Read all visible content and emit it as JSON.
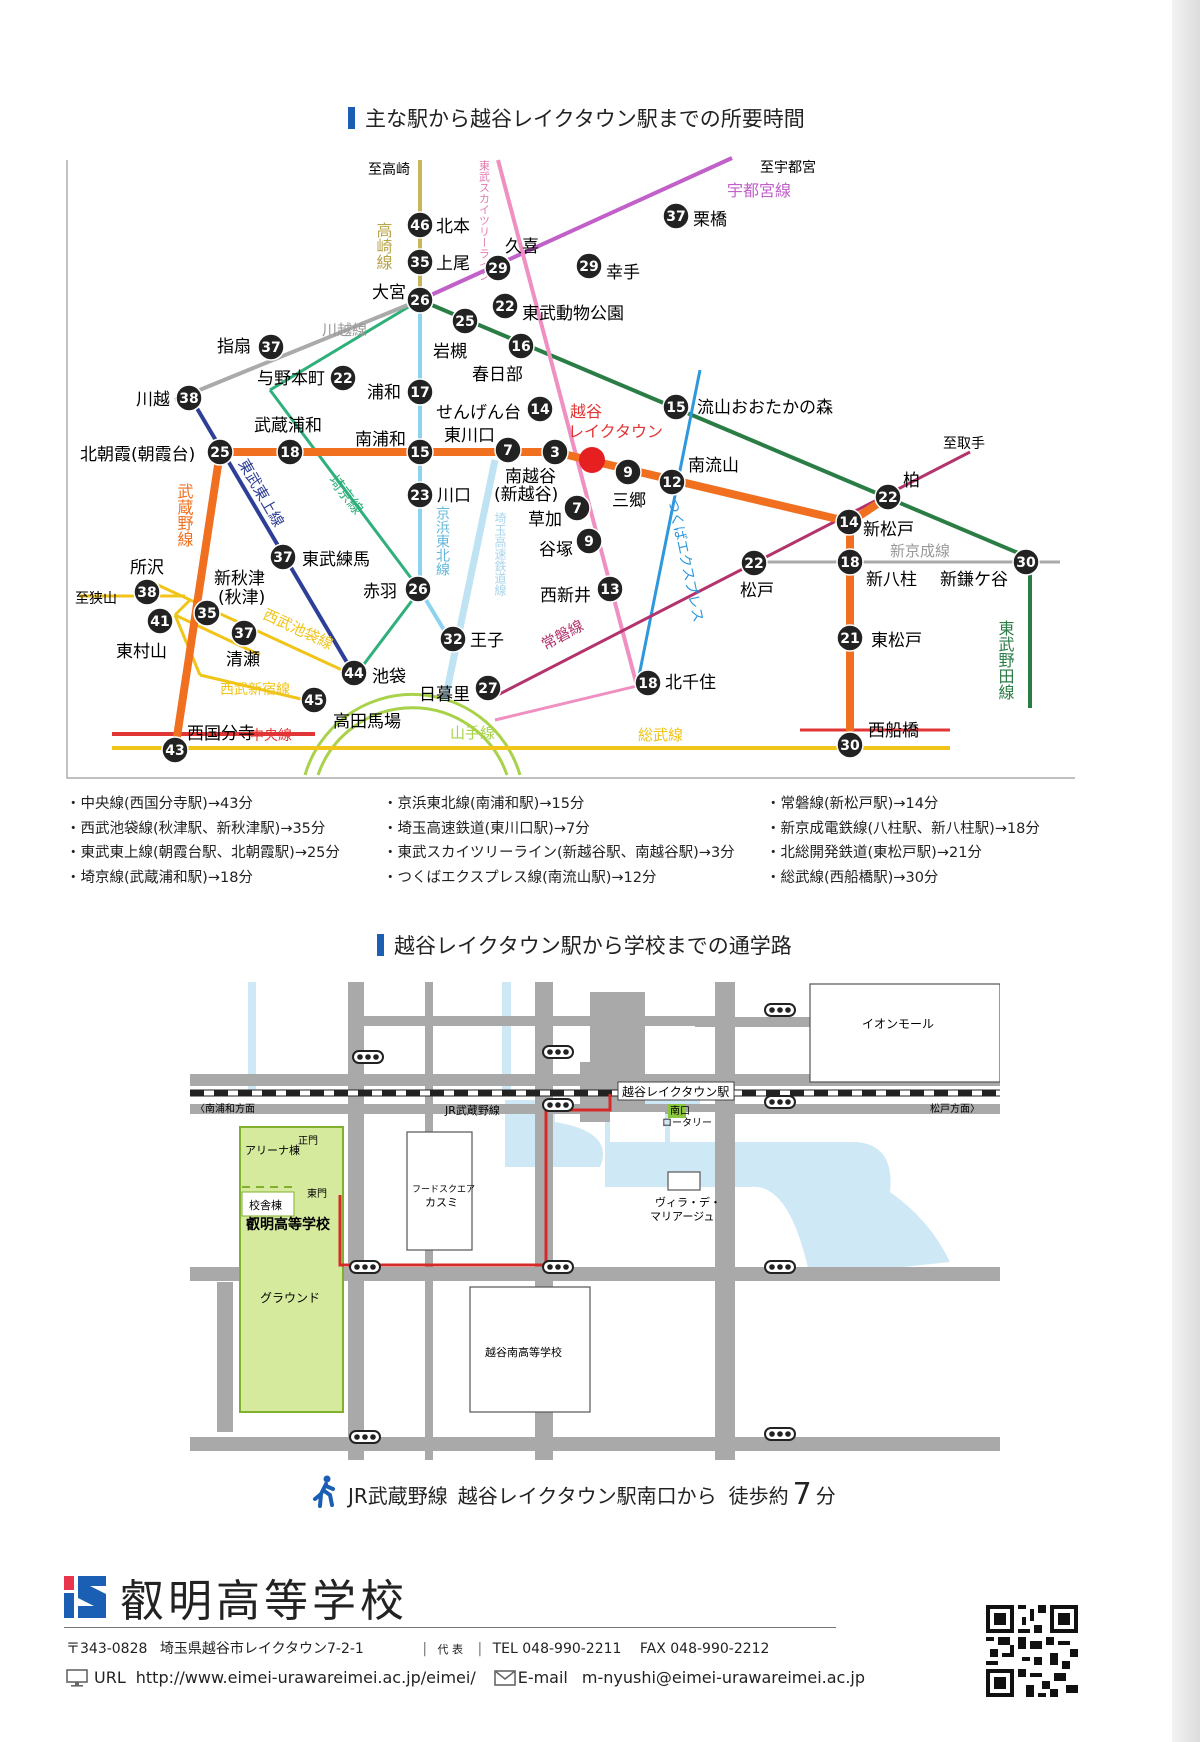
{
  "map1": {
    "title": "主な駅から越谷レイクタウン駅までの所要時間",
    "directions": {
      "takasaki": "至高崎",
      "utsunomiya": "至宇都宮",
      "toride": "至取手",
      "sayama": "至狭山"
    },
    "lines": {
      "takasaki": "高崎線",
      "utsunomiya": "宇都宮線",
      "kawagoe": "川越線",
      "saikyo": "埼京線",
      "keihin": "京浜東北線",
      "skytree": "東武スカイツリーライン",
      "saitama_railway": "埼玉高速鉄道線",
      "musashino": "武蔵野線",
      "tojo": "東武東上線",
      "ikebukuro": "西武池袋線",
      "shinjuku": "西武新宿線",
      "chuo": "中央線",
      "yamanote": "山手線",
      "sobu": "総武線",
      "joban": "常磐線",
      "tx": "つくばエクスプレス",
      "keisei": "新京成線",
      "noda": "東武野田線"
    },
    "destination": {
      "line1": "越谷",
      "line2": "レイクタウン"
    },
    "stations": [
      {
        "name": "北本",
        "min": "46"
      },
      {
        "name": "上尾",
        "min": "35"
      },
      {
        "name": "大宮",
        "min": "26"
      },
      {
        "name": "久喜",
        "min": "29"
      },
      {
        "name": "幸手",
        "min": "29"
      },
      {
        "name": "栗橋",
        "min": "37"
      },
      {
        "name": "東武動物公園",
        "min": "22"
      },
      {
        "name": "岩槻",
        "min": "25"
      },
      {
        "name": "春日部",
        "min": "16"
      },
      {
        "name": "指扇",
        "min": "37"
      },
      {
        "name": "与野本町",
        "min": "22"
      },
      {
        "name": "川越",
        "min": "38"
      },
      {
        "name": "浦和",
        "min": "17"
      },
      {
        "name": "せんげん台",
        "min": "14"
      },
      {
        "name": "流山おおたかの森",
        "min": "15"
      },
      {
        "name": "北朝霞(朝霞台)",
        "min": "25"
      },
      {
        "name": "武蔵浦和",
        "min": "18"
      },
      {
        "name": "南浦和",
        "min": "15"
      },
      {
        "name": "東川口",
        "min": "7"
      },
      {
        "name": "南越谷",
        "min": "3"
      },
      {
        "name": "(新越谷)",
        "min": ""
      },
      {
        "name": "三郷",
        "min": "9"
      },
      {
        "name": "南流山",
        "min": "12"
      },
      {
        "name": "川口",
        "min": "23"
      },
      {
        "name": "草加",
        "min": "7"
      },
      {
        "name": "谷塚",
        "min": "9"
      },
      {
        "name": "西新井",
        "min": "13"
      },
      {
        "name": "柏",
        "min": "22"
      },
      {
        "name": "新松戸",
        "min": "14"
      },
      {
        "name": "松戸",
        "min": "22"
      },
      {
        "name": "新八柱",
        "min": "18"
      },
      {
        "name": "新鎌ケ谷",
        "min": "30"
      },
      {
        "name": "東松戸",
        "min": "21"
      },
      {
        "name": "所沢",
        "min": "38"
      },
      {
        "name": "東村山",
        "min": "41"
      },
      {
        "name": "新秋津",
        "min": "35"
      },
      {
        "name": "(秋津)",
        "min": ""
      },
      {
        "name": "東武練馬",
        "min": "37"
      },
      {
        "name": "清瀬",
        "min": "37"
      },
      {
        "name": "赤羽",
        "min": "26"
      },
      {
        "name": "王子",
        "min": "32"
      },
      {
        "name": "池袋",
        "min": "44"
      },
      {
        "name": "高田馬場",
        "min": "45"
      },
      {
        "name": "日暮里",
        "min": "27"
      },
      {
        "name": "北千住",
        "min": "18"
      },
      {
        "name": "西国分寺",
        "min": "43"
      },
      {
        "name": "西船橋",
        "min": "30"
      }
    ]
  },
  "legend": {
    "col1": [
      "・中央線(西国分寺駅)→43分",
      "・西武池袋線(秋津駅、新秋津駅)→35分",
      "・東武東上線(朝霞台駅、北朝霞駅)→25分",
      "・埼京線(武蔵浦和駅)→18分"
    ],
    "col2": [
      "・京浜東北線(南浦和駅)→15分",
      "・埼玉高速鉄道(東川口駅)→7分",
      "・東武スカイツリーライン(新越谷駅、南越谷駅)→3分",
      "・つくばエクスプレス線(南流山駅)→12分"
    ],
    "col3": [
      "・常磐線(新松戸駅)→14分",
      "・新京成電鉄線(八柱駅、新八柱駅)→18分",
      "・北総開発鉄道(東松戸駅)→21分",
      "・総武線(西船橋駅)→30分"
    ]
  },
  "map2": {
    "title": "越谷レイクタウン駅から学校までの通学路",
    "labels": {
      "aeon": "イオンモール",
      "station": "越谷レイクタウン駅",
      "line": "JR武蔵野線",
      "west": "〈南浦和方面",
      "east": "松戸方面〉",
      "rotary1": "南口",
      "rotary2": "ロータリー",
      "arena": "アリーナ棟",
      "seimon": "正門",
      "kousha": "校舎棟",
      "higashimon": "東門",
      "school": "叡明高等学校",
      "ground": "グラウンド",
      "kasumi1": "フードスクエア",
      "kasumi2": "カスミ",
      "villa1": "ヴィラ・デ・",
      "villa2": "マリアージュ",
      "minami": "越谷南高等学校"
    },
    "colors": {
      "road": "#a9a9a9",
      "water": "#cfe8f6",
      "school": "#d6ea9e",
      "route": "#d42a2a"
    }
  },
  "walk": {
    "prefix": "JR武蔵野線",
    "station": "越谷レイクタウン駅南口から",
    "walk": "徒歩約",
    "num": "7",
    "unit": "分"
  },
  "footer": {
    "school": "叡明高等学校",
    "postal": "〒343-0828",
    "address": "埼玉県越谷市レイクタウン7-2-1",
    "rep": "代 表",
    "tel": "TEL 048-990-2211",
    "fax": "FAX 048-990-2212",
    "url_label": "URL",
    "url": "http://www.eimei-urawareimei.ac.jp/eimei/",
    "email_label": "E-mail",
    "email": "m-nyushi@eimei-urawareimei.ac.jp"
  }
}
